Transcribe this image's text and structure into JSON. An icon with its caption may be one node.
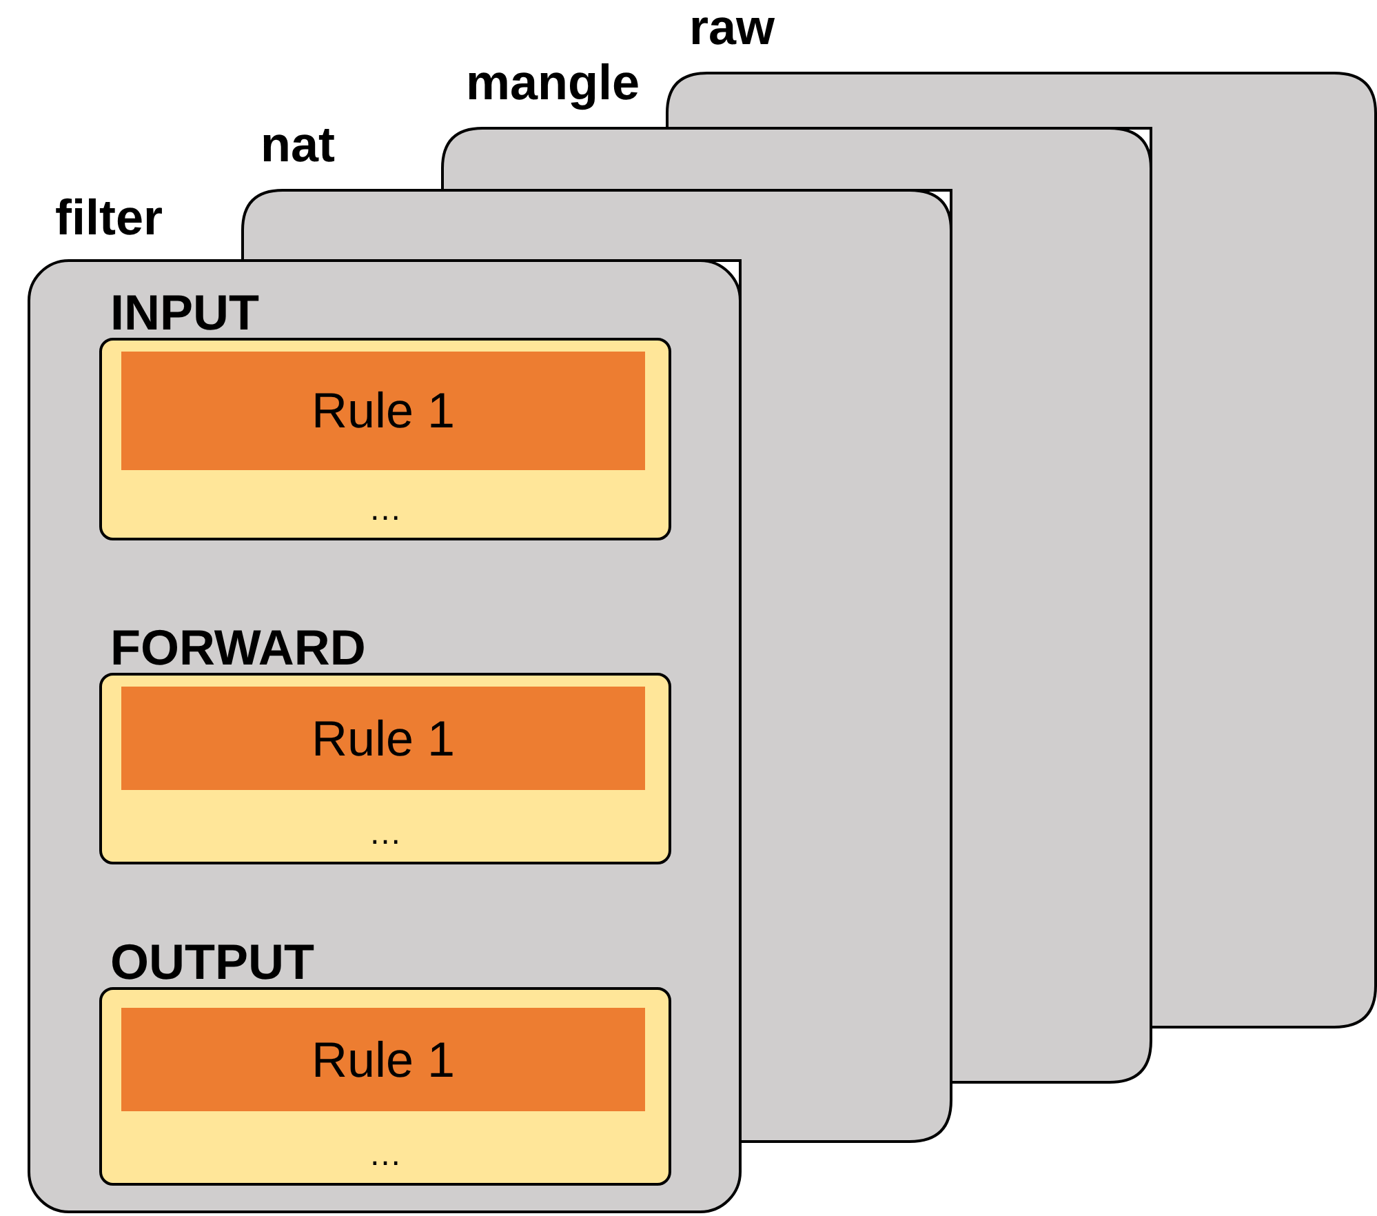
{
  "diagram": {
    "nodes": [
      {
        "text": [
          "raw"
        ]
      },
      {
        "text": [
          "mangle"
        ]
      },
      {
        "text": [
          "nat"
        ]
      },
      {
        "text": [
          "filter"
        ]
      },
      {
        "text": [
          "INPUT",
          "…"
        ],
        "in": 3
      },
      {
        "text": [
          "Rule 1"
        ],
        "in": 4
      },
      {
        "text": [
          "FORWARD",
          "…"
        ],
        "in": 3
      },
      {
        "text": [
          "Rule 1"
        ],
        "in": 6
      },
      {
        "text": [
          "OUTPUT",
          "…"
        ],
        "in": 3
      },
      {
        "text": [
          "Rule 1"
        ],
        "in": 8
      }
    ]
  }
}
